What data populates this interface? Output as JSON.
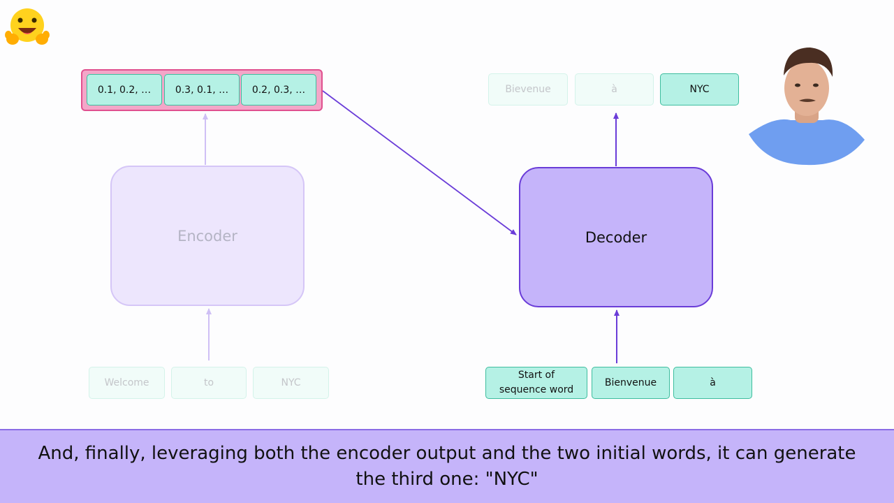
{
  "logo": {
    "icon": "hugging-face-emoji-icon"
  },
  "encoder": {
    "label": "Encoder",
    "inputs": [
      "Welcome",
      "to",
      "NYC"
    ],
    "output_vectors": [
      "0.1, 0.2, …",
      "0.3, 0.1, …",
      "0.2, 0.3, …"
    ]
  },
  "decoder": {
    "label": "Decoder",
    "inputs": [
      "Start of\nsequence word",
      "Bienvenue",
      "à"
    ],
    "outputs": [
      "Bievenue",
      "à",
      "NYC"
    ]
  },
  "caption": "And, finally, leveraging both the encoder output and the two initial words, it can generate the third one: \"NYC\"",
  "colors": {
    "decoder_fill": "#c5b4fa",
    "decoder_border": "#6a3cd8",
    "encoder_fill_faded": "#ede6fd",
    "token_fill": "#b5f1e5",
    "token_border": "#3dbd9e",
    "vector_strip": "#f3a6c8",
    "vector_strip_border": "#e0508f",
    "arrow_active": "#6a3cd8",
    "arrow_faded": "#cfc0f5"
  }
}
